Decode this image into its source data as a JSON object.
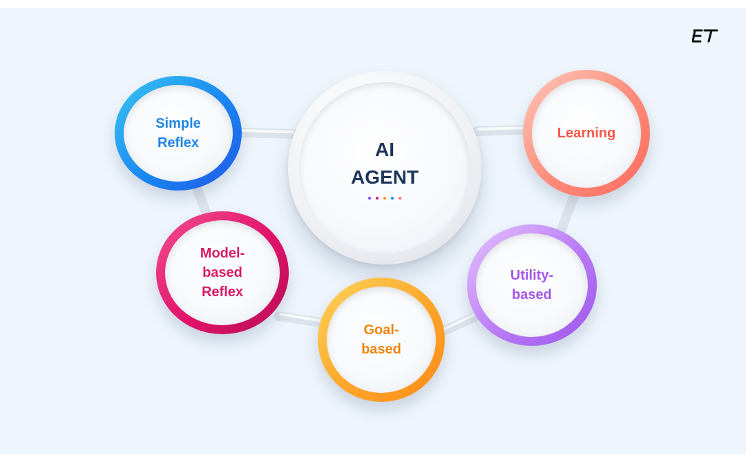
{
  "brand": {
    "logo_text": "ET"
  },
  "center": {
    "label": "AI\nAGENT",
    "dot_colors": [
      "#7b4dff",
      "#e0126b",
      "#ff8a16",
      "#1a86f0",
      "#ff6b5e"
    ]
  },
  "nodes": {
    "simple_reflex": {
      "label": "Simple\nReflex",
      "color": "#1f86e6"
    },
    "learning": {
      "label": "Learning",
      "color": "#f2594a"
    },
    "model_based_reflex": {
      "label": "Model-\nbased\nReflex",
      "color": "#d81b66"
    },
    "utility_based": {
      "label": "Utility-\nbased",
      "color": "#a256e8"
    },
    "goal_based": {
      "label": "Goal-\nbased",
      "color": "#f08410"
    }
  }
}
